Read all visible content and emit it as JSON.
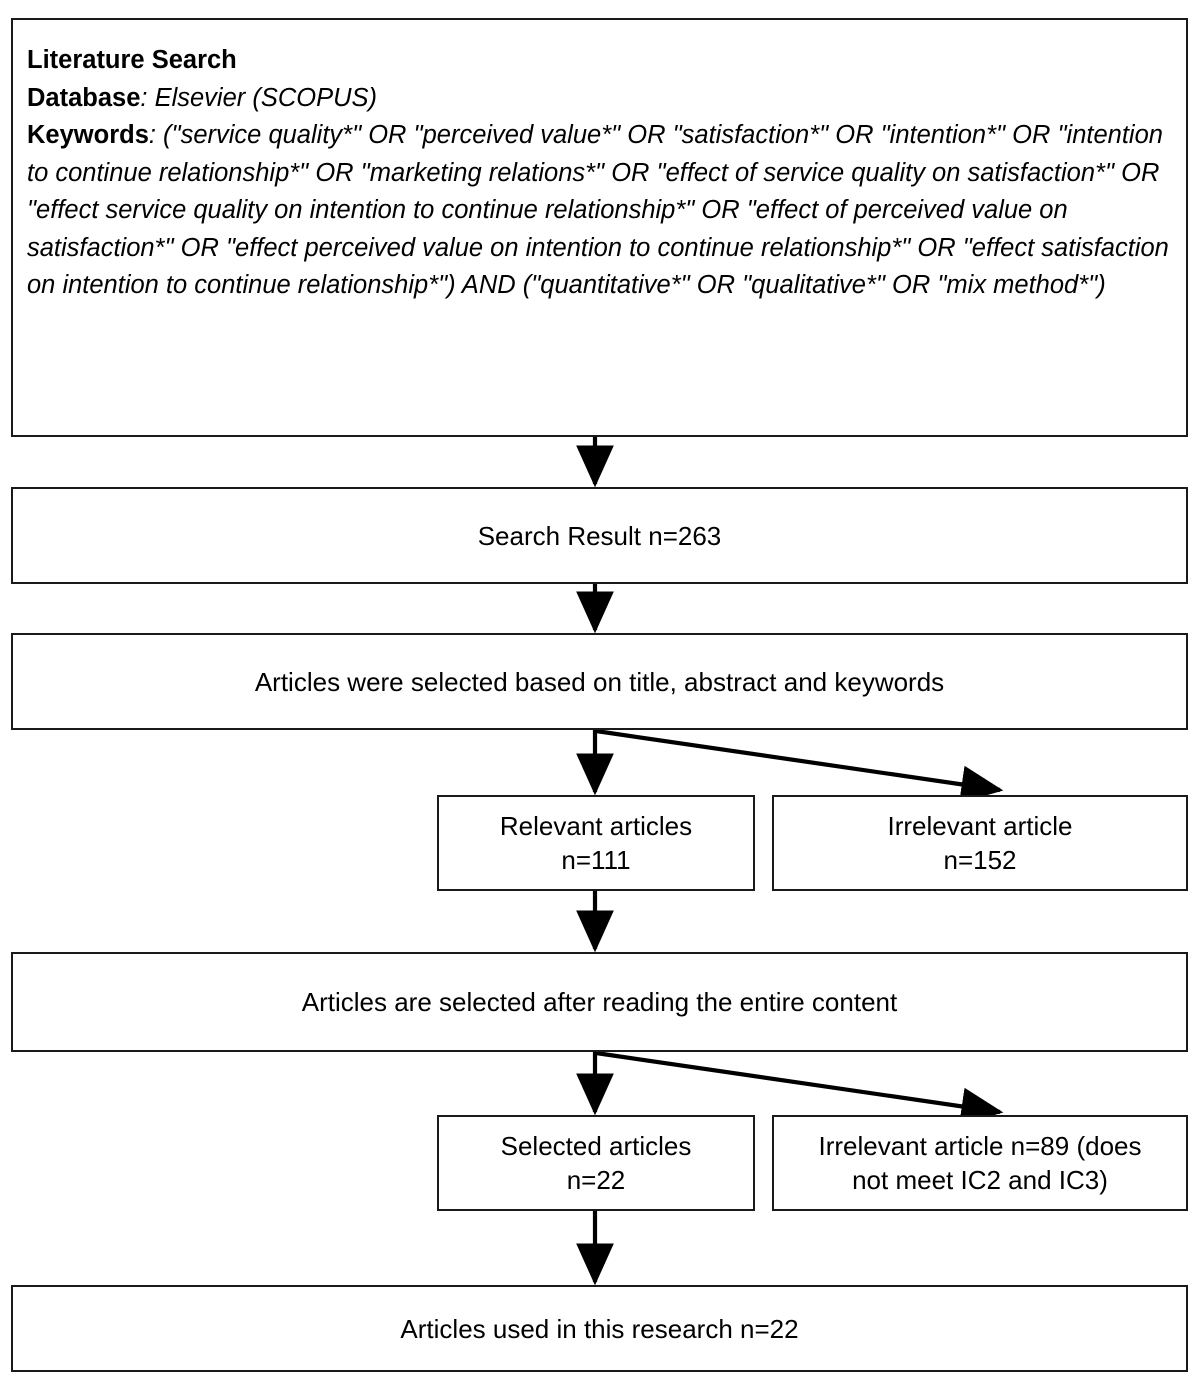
{
  "diagram": {
    "title": "Literature search and article selection flowchart",
    "type": "flowchart",
    "stroke_color": "#1a1a1a",
    "background_color": "#ffffff"
  },
  "search_box": {
    "heading": "Literature Search",
    "database_label": "Database",
    "database_value": ": Elsevier (SCOPUS)",
    "keywords_label": "Keywords",
    "keywords_value": ": (\"service quality*\" OR \"perceived value*\" OR \"satisfaction*\" OR \"intention*\" OR \"intention to continue relationship*\" OR \"marketing relations*\" OR \"effect of service quality on satisfaction*\" OR \"effect service quality on intention to continue relationship*\" OR \"effect of perceived value on satisfaction*\" OR \"effect perceived value on intention to continue relationship*\" OR \"effect satisfaction on intention to continue relationship*\") AND (\"quantitative*\" OR \"qualitative*\" OR \"mix method*\")"
  },
  "nodes": {
    "search_result": "Search Result n=263",
    "screening_1": "Articles were selected based on title, abstract and keywords",
    "relevant_1_line1": "Relevant articles",
    "relevant_1_line2": "n=111",
    "irrelevant_1_line1": "Irrelevant article",
    "irrelevant_1_line2": "n=152",
    "screening_2": "Articles are selected after reading the entire content",
    "selected_line1": "Selected articles",
    "selected_line2": "n=22",
    "irrelevant_2_line1": "Irrelevant article n=89 (does",
    "irrelevant_2_line2": "not meet IC2 and IC3)",
    "final": "Articles used in this research n=22"
  },
  "chart_data": {
    "type": "diagram",
    "title": "Literature Search PRISMA-style flow",
    "stages": [
      {
        "id": "search",
        "label": "Literature Search",
        "database": "Elsevier (SCOPUS)"
      },
      {
        "id": "result",
        "label": "Search Result",
        "n": 263
      },
      {
        "id": "screen_title_abstract",
        "label": "Articles were selected based on title, abstract and keywords"
      },
      {
        "id": "relevant_1",
        "label": "Relevant articles",
        "n": 111
      },
      {
        "id": "irrelevant_1",
        "label": "Irrelevant article",
        "n": 152
      },
      {
        "id": "screen_full_text",
        "label": "Articles are selected after reading the entire content"
      },
      {
        "id": "selected",
        "label": "Selected articles",
        "n": 22
      },
      {
        "id": "irrelevant_2",
        "label": "Irrelevant article (does not meet IC2 and IC3)",
        "n": 89
      },
      {
        "id": "final",
        "label": "Articles used in this research",
        "n": 22
      }
    ],
    "edges": [
      {
        "from": "search",
        "to": "result"
      },
      {
        "from": "result",
        "to": "screen_title_abstract"
      },
      {
        "from": "screen_title_abstract",
        "to": "relevant_1"
      },
      {
        "from": "screen_title_abstract",
        "to": "irrelevant_1"
      },
      {
        "from": "relevant_1",
        "to": "screen_full_text"
      },
      {
        "from": "screen_full_text",
        "to": "selected"
      },
      {
        "from": "screen_full_text",
        "to": "irrelevant_2"
      },
      {
        "from": "selected",
        "to": "final"
      }
    ]
  }
}
